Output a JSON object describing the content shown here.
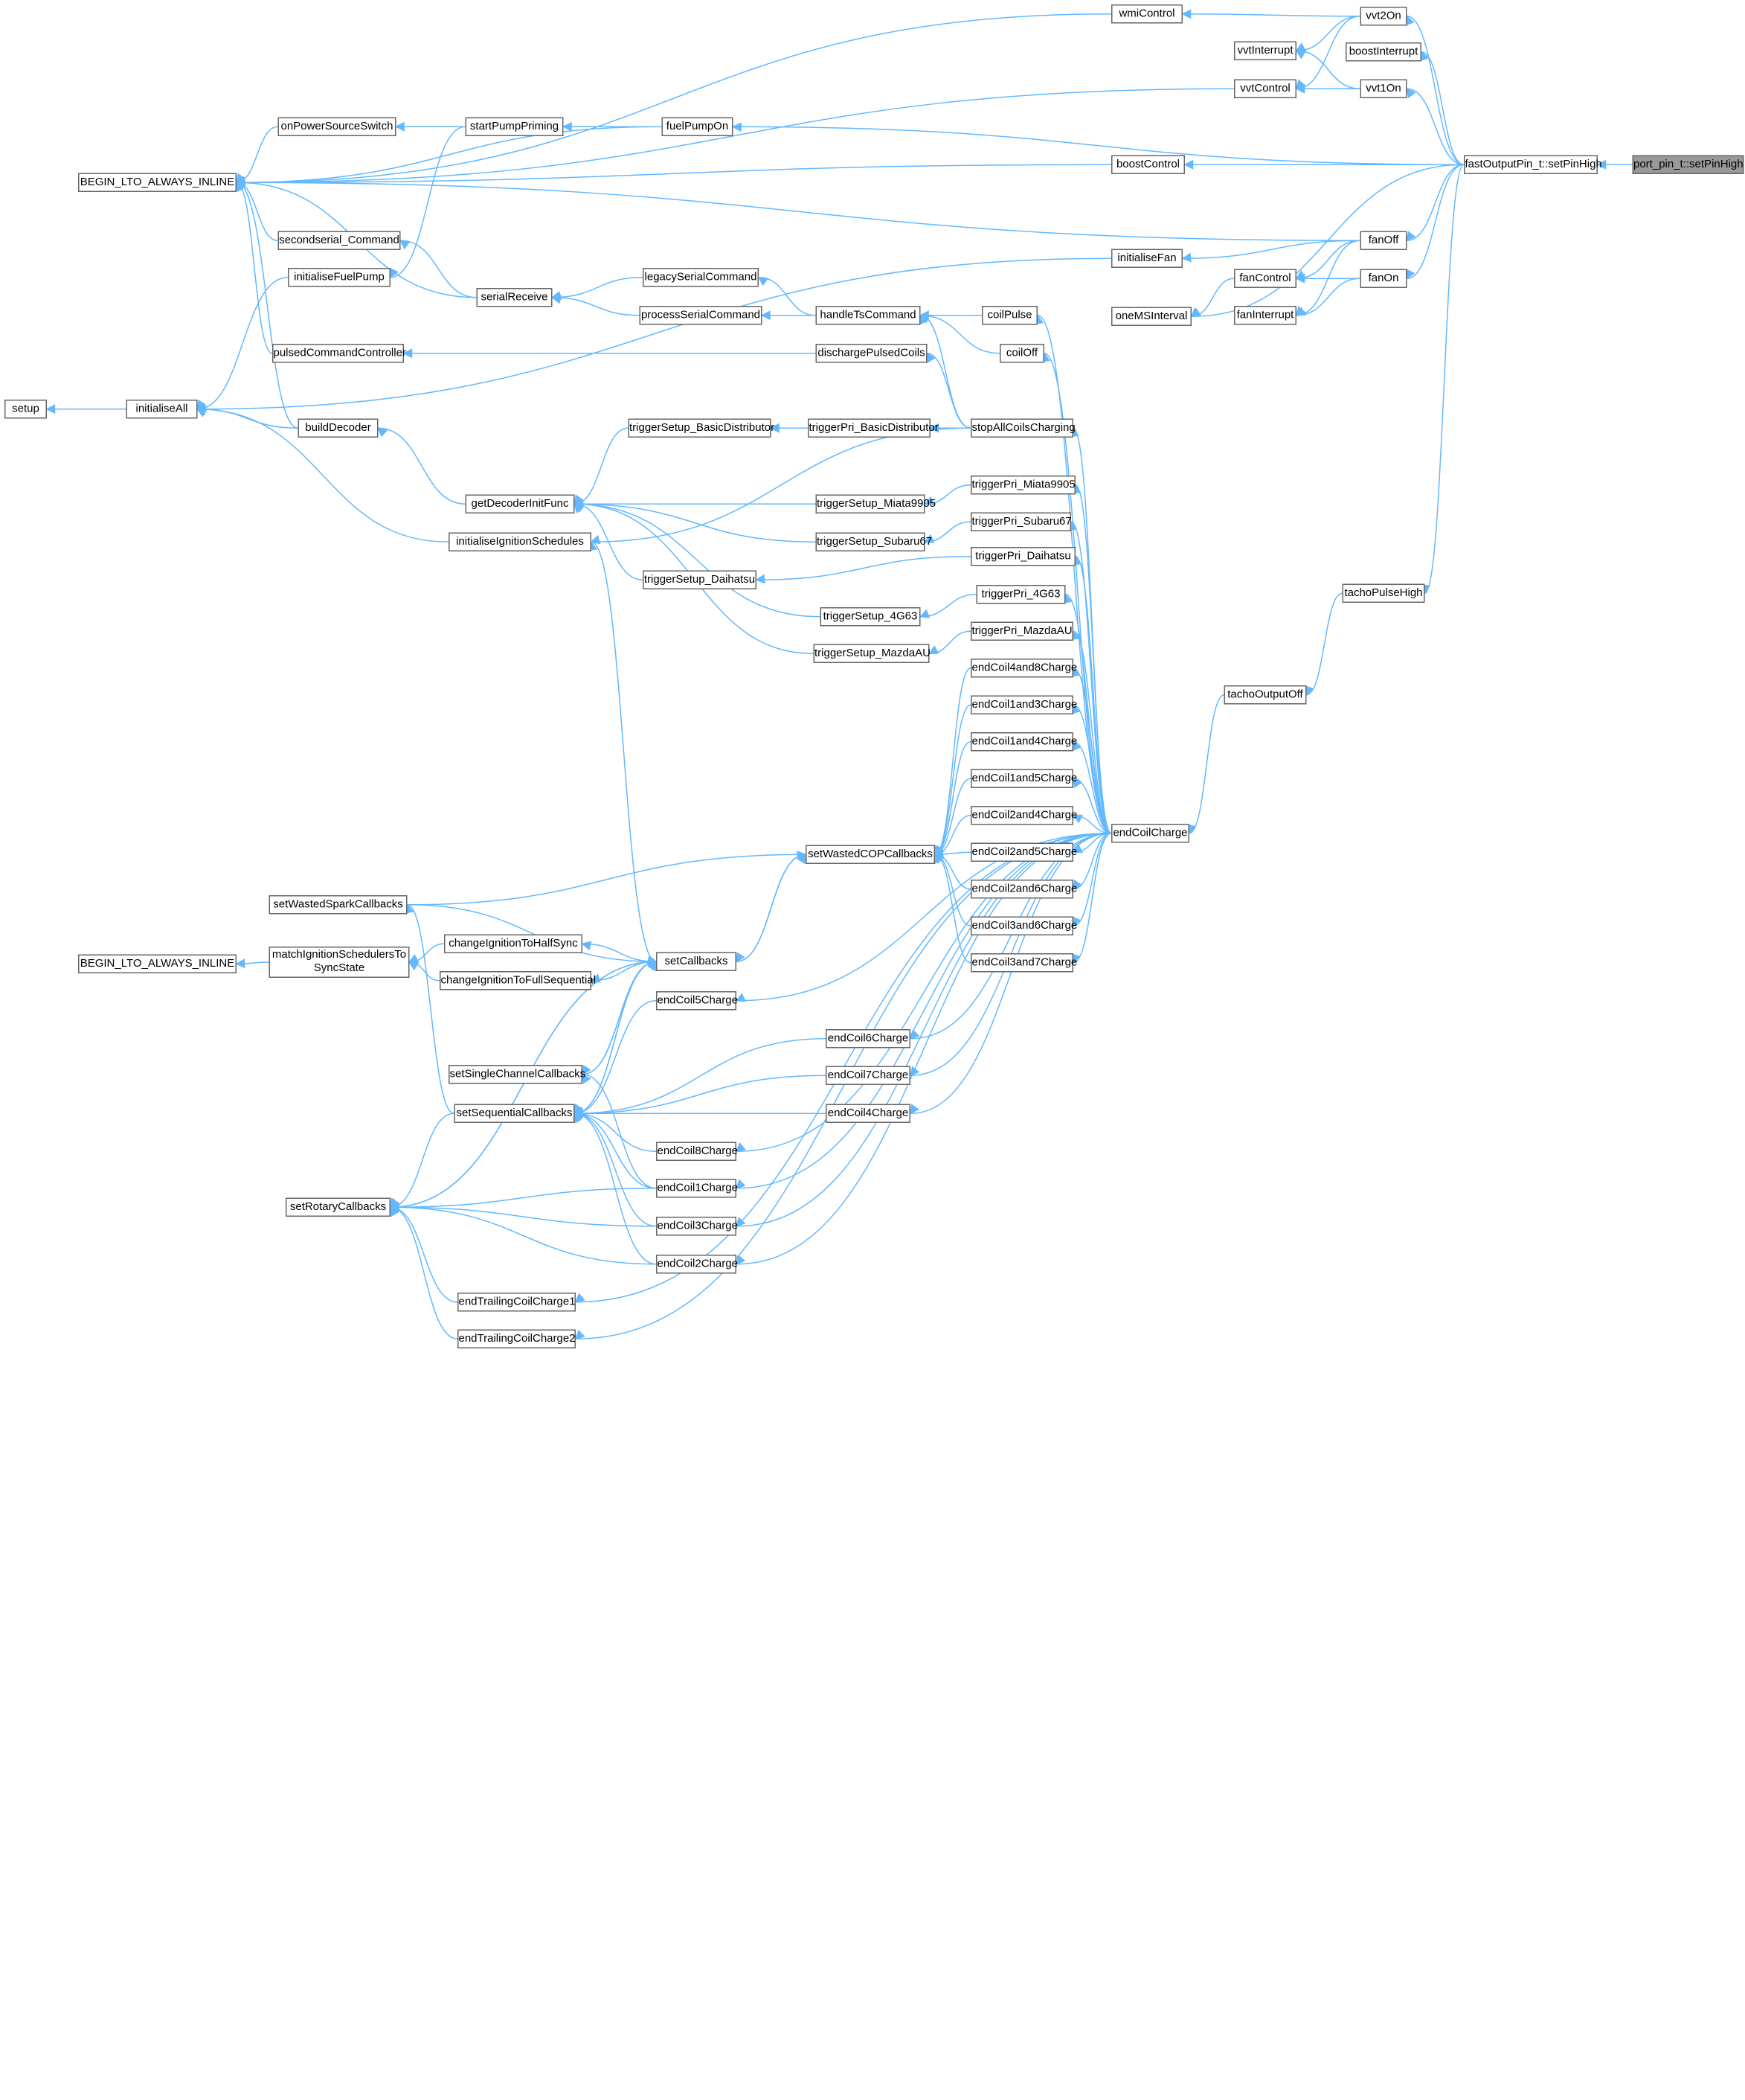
{
  "diagram": {
    "root": "port_pin_t::setPinHigh",
    "nodes": {
      "port_pin_t_setPinHigh": "port_pin_t::setPinHigh",
      "fastOutputPin_t_setPinHigh": "fastOutputPin_t::setPinHigh",
      "vvt2On": "vvt2On",
      "boostInterrupt": "boostInterrupt",
      "vvt1On": "vvt1On",
      "fanOff": "fanOff",
      "fanOn": "fanOn",
      "tachoPulseHigh": "tachoPulseHigh",
      "tachoOutputOff": "tachoOutputOff",
      "wmiControl": "wmiControl",
      "vvtInterrupt": "vvtInterrupt",
      "vvtControl": "vvtControl",
      "fanControl": "fanControl",
      "fanInterrupt": "fanInterrupt",
      "initialiseFan": "initialiseFan",
      "oneMSInterval": "oneMSInterval",
      "boostControl": "boostControl",
      "fuelPumpOn": "fuelPumpOn",
      "startPumpPriming": "startPumpPriming",
      "onPowerSourceSwitch": "onPowerSourceSwitch",
      "BEGIN_LTO_ALWAYS_INLINE_1": "BEGIN_LTO_ALWAYS_INLINE",
      "BEGIN_LTO_ALWAYS_INLINE_2": "BEGIN_LTO_ALWAYS_INLINE",
      "secondserial_Command": "secondserial_Command",
      "initialiseFuelPump": "initialiseFuelPump",
      "serialReceive": "serialReceive",
      "pulsedCommandController": "pulsedCommandController",
      "setup": "setup",
      "initialiseAll": "initialiseAll",
      "buildDecoder": "buildDecoder",
      "getDecoderInitFunc": "getDecoderInitFunc",
      "initialiseIgnitionSchedules": "initialiseIgnitionSchedules",
      "legacySerialCommand": "legacySerialCommand",
      "processSerialCommand": "processSerialCommand",
      "handleTsCommand": "handleTsCommand",
      "dischargePulsedCoils": "dischargePulsedCoils",
      "coilPulse": "coilPulse",
      "coilOff": "coilOff",
      "stopAllCoilsCharging": "stopAllCoilsCharging",
      "triggerSetup_BasicDistributor": "triggerSetup_BasicDistributor",
      "triggerPri_BasicDistributor": "triggerPri_BasicDistributor",
      "triggerSetup_Miata9905": "triggerSetup_Miata9905",
      "triggerPri_Miata9905": "triggerPri_Miata9905",
      "triggerSetup_Subaru67": "triggerSetup_Subaru67",
      "triggerPri_Subaru67": "triggerPri_Subaru67",
      "triggerSetup_Daihatsu": "triggerSetup_Daihatsu",
      "triggerPri_Daihatsu": "triggerPri_Daihatsu",
      "triggerSetup_4G63": "triggerSetup_4G63",
      "triggerPri_4G63": "triggerPri_4G63",
      "triggerSetup_MazdaAU": "triggerSetup_MazdaAU",
      "triggerPri_MazdaAU": "triggerPri_MazdaAU",
      "endCoil4and8Charge": "endCoil4and8Charge",
      "endCoil1and3Charge": "endCoil1and3Charge",
      "endCoil1and4Charge": "endCoil1and4Charge",
      "endCoil1and5Charge": "endCoil1and5Charge",
      "endCoil2and4Charge": "endCoil2and4Charge",
      "endCoil2and5Charge": "endCoil2and5Charge",
      "endCoil2and6Charge": "endCoil2and6Charge",
      "endCoil3and6Charge": "endCoil3and6Charge",
      "endCoil3and7Charge": "endCoil3and7Charge",
      "endCoilCharge": "endCoilCharge",
      "setWastedCOPCallbacks": "setWastedCOPCallbacks",
      "setWastedSparkCallbacks": "setWastedSparkCallbacks",
      "setCallbacks": "setCallbacks",
      "changeIgnitionToHalfSync": "changeIgnitionToHalfSync",
      "changeIgnitionToFullSequential": "changeIgnitionToFullSequential",
      "matchIgnitionSchedulersToSyncState_1": "matchIgnitionSchedulersTo",
      "matchIgnitionSchedulersToSyncState_2": "SyncState",
      "endCoil5Charge": "endCoil5Charge",
      "endCoil6Charge": "endCoil6Charge",
      "endCoil7Charge": "endCoil7Charge",
      "endCoil4Charge": "endCoil4Charge",
      "setSingleChannelCallbacks": "setSingleChannelCallbacks",
      "setSequentialCallbacks": "setSequentialCallbacks",
      "endCoil8Charge": "endCoil8Charge",
      "endCoil1Charge": "endCoil1Charge",
      "endCoil3Charge": "endCoil3Charge",
      "endCoil2Charge": "endCoil2Charge",
      "setRotaryCallbacks": "setRotaryCallbacks",
      "endTrailingCoilCharge1": "endTrailingCoilCharge1",
      "endTrailingCoilCharge2": "endTrailingCoilCharge2"
    },
    "edges": [
      [
        "fastOutputPin_t_setPinHigh",
        "port_pin_t_setPinHigh"
      ],
      [
        "vvt2On",
        "fastOutputPin_t_setPinHigh"
      ],
      [
        "boostInterrupt",
        "fastOutputPin_t_setPinHigh"
      ],
      [
        "vvt1On",
        "fastOutputPin_t_setPinHigh"
      ],
      [
        "fuelPumpOn",
        "fastOutputPin_t_setPinHigh"
      ],
      [
        "boostControl",
        "fastOutputPin_t_setPinHigh"
      ],
      [
        "fanOff",
        "fastOutputPin_t_setPinHigh"
      ],
      [
        "fanOn",
        "fastOutputPin_t_setPinHigh"
      ],
      [
        "oneMSInterval",
        "fastOutputPin_t_setPinHigh"
      ],
      [
        "tachoPulseHigh",
        "fastOutputPin_t_setPinHigh"
      ],
      [
        "tachoOutputOff",
        "tachoPulseHigh"
      ],
      [
        "endCoilCharge",
        "tachoOutputOff"
      ],
      [
        "wmiControl",
        "vvt2On"
      ],
      [
        "vvtInterrupt",
        "vvt2On"
      ],
      [
        "vvtControl",
        "vvt2On"
      ],
      [
        "vvtInterrupt",
        "vvt1On"
      ],
      [
        "vvtControl",
        "vvt1On"
      ],
      [
        "BEGIN_LTO_ALWAYS_INLINE_1",
        "wmiControl"
      ],
      [
        "BEGIN_LTO_ALWAYS_INLINE_1",
        "vvtControl"
      ],
      [
        "BEGIN_LTO_ALWAYS_INLINE_1",
        "fuelPumpOn"
      ],
      [
        "BEGIN_LTO_ALWAYS_INLINE_1",
        "boostControl"
      ],
      [
        "BEGIN_LTO_ALWAYS_INLINE_1",
        "fanOff"
      ],
      [
        "initialiseFan",
        "fanOff"
      ],
      [
        "fanControl",
        "fanOff"
      ],
      [
        "fanInterrupt",
        "fanOff"
      ],
      [
        "fanControl",
        "fanOn"
      ],
      [
        "fanInterrupt",
        "fanOn"
      ],
      [
        "oneMSInterval",
        "fanControl"
      ],
      [
        "initialiseAll",
        "initialiseFan"
      ],
      [
        "startPumpPriming",
        "fuelPumpOn"
      ],
      [
        "onPowerSourceSwitch",
        "startPumpPriming"
      ],
      [
        "initialiseFuelPump",
        "startPumpPriming"
      ],
      [
        "BEGIN_LTO_ALWAYS_INLINE_1",
        "onPowerSourceSwitch"
      ],
      [
        "BEGIN_LTO_ALWAYS_INLINE_1",
        "secondserial_Command"
      ],
      [
        "BEGIN_LTO_ALWAYS_INLINE_1",
        "serialReceive"
      ],
      [
        "BEGIN_LTO_ALWAYS_INLINE_1",
        "pulsedCommandController"
      ],
      [
        "BEGIN_LTO_ALWAYS_INLINE_1",
        "buildDecoder"
      ],
      [
        "secondserial_Command",
        "serialReceive"
      ],
      [
        "initialiseAll",
        "initialiseFuelPump"
      ],
      [
        "serialReceive",
        "legacySerialCommand"
      ],
      [
        "serialReceive",
        "processSerialCommand"
      ],
      [
        "legacySerialCommand",
        "handleTsCommand"
      ],
      [
        "processSerialCommand",
        "handleTsCommand"
      ],
      [
        "handleTsCommand",
        "coilPulse"
      ],
      [
        "handleTsCommand",
        "coilOff"
      ],
      [
        "handleTsCommand",
        "stopAllCoilsCharging"
      ],
      [
        "pulsedCommandController",
        "dischargePulsedCoils"
      ],
      [
        "dischargePulsedCoils",
        "stopAllCoilsCharging"
      ],
      [
        "coilPulse",
        "endCoilCharge"
      ],
      [
        "coilOff",
        "endCoilCharge"
      ],
      [
        "setup",
        "initialiseAll"
      ],
      [
        "initialiseAll",
        "buildDecoder"
      ],
      [
        "initialiseAll",
        "initialiseIgnitionSchedules"
      ],
      [
        "buildDecoder",
        "getDecoderInitFunc"
      ],
      [
        "getDecoderInitFunc",
        "triggerSetup_BasicDistributor"
      ],
      [
        "getDecoderInitFunc",
        "triggerSetup_Miata9905"
      ],
      [
        "getDecoderInitFunc",
        "triggerSetup_Subaru67"
      ],
      [
        "getDecoderInitFunc",
        "triggerSetup_Daihatsu"
      ],
      [
        "getDecoderInitFunc",
        "triggerSetup_4G63"
      ],
      [
        "getDecoderInitFunc",
        "triggerSetup_MazdaAU"
      ],
      [
        "triggerSetup_BasicDistributor",
        "triggerPri_BasicDistributor"
      ],
      [
        "triggerPri_BasicDistributor",
        "stopAllCoilsCharging"
      ],
      [
        "initialiseIgnitionSchedules",
        "stopAllCoilsCharging"
      ],
      [
        "initialiseIgnitionSchedules",
        "setCallbacks"
      ],
      [
        "stopAllCoilsCharging",
        "endCoilCharge"
      ],
      [
        "triggerSetup_Miata9905",
        "triggerPri_Miata9905"
      ],
      [
        "triggerSetup_Subaru67",
        "triggerPri_Subaru67"
      ],
      [
        "triggerSetup_Daihatsu",
        "triggerPri_Daihatsu"
      ],
      [
        "triggerSetup_4G63",
        "triggerPri_4G63"
      ],
      [
        "triggerSetup_MazdaAU",
        "triggerPri_MazdaAU"
      ],
      [
        "triggerPri_Miata9905",
        "endCoilCharge"
      ],
      [
        "triggerPri_Subaru67",
        "endCoilCharge"
      ],
      [
        "triggerPri_Daihatsu",
        "endCoilCharge"
      ],
      [
        "triggerPri_4G63",
        "endCoilCharge"
      ],
      [
        "triggerPri_MazdaAU",
        "endCoilCharge"
      ],
      [
        "setWastedCOPCallbacks",
        "endCoil4and8Charge"
      ],
      [
        "setWastedCOPCallbacks",
        "endCoil1and3Charge"
      ],
      [
        "setWastedCOPCallbacks",
        "endCoil1and4Charge"
      ],
      [
        "setWastedCOPCallbacks",
        "endCoil1and5Charge"
      ],
      [
        "setWastedCOPCallbacks",
        "endCoil2and4Charge"
      ],
      [
        "setWastedCOPCallbacks",
        "endCoil2and5Charge"
      ],
      [
        "setWastedCOPCallbacks",
        "endCoil2and6Charge"
      ],
      [
        "setWastedCOPCallbacks",
        "endCoil3and6Charge"
      ],
      [
        "setWastedCOPCallbacks",
        "endCoil3and7Charge"
      ],
      [
        "endCoil4and8Charge",
        "endCoilCharge"
      ],
      [
        "endCoil1and3Charge",
        "endCoilCharge"
      ],
      [
        "endCoil1and4Charge",
        "endCoilCharge"
      ],
      [
        "endCoil1and5Charge",
        "endCoilCharge"
      ],
      [
        "endCoil2and4Charge",
        "endCoilCharge"
      ],
      [
        "endCoil2and5Charge",
        "endCoilCharge"
      ],
      [
        "endCoil2and6Charge",
        "endCoilCharge"
      ],
      [
        "endCoil3and6Charge",
        "endCoilCharge"
      ],
      [
        "endCoil3and7Charge",
        "endCoilCharge"
      ],
      [
        "setCallbacks",
        "setWastedCOPCallbacks"
      ],
      [
        "setWastedCOPCallbacks",
        "setCallbacks"
      ],
      [
        "setWastedCOPCallbacks",
        "setWastedSparkCallbacks"
      ],
      [
        "setCallbacks",
        "setWastedSparkCallbacks"
      ],
      [
        "setWastedSparkCallbacks",
        "setSequentialCallbacks"
      ],
      [
        "matchIgnitionSchedulersToSyncState",
        "changeIgnitionToHalfSync"
      ],
      [
        "matchIgnitionSchedulersToSyncState",
        "changeIgnitionToFullSequential"
      ],
      [
        "BEGIN_LTO_ALWAYS_INLINE_2",
        "matchIgnitionSchedulersToSyncState"
      ],
      [
        "changeIgnitionToHalfSync",
        "setCallbacks"
      ],
      [
        "changeIgnitionToFullSequential",
        "setCallbacks"
      ],
      [
        "setCallbacks",
        "setSingleChannelCallbacks"
      ],
      [
        "setSingleChannelCallbacks",
        "setCallbacks"
      ],
      [
        "setCallbacks",
        "setSequentialCallbacks"
      ],
      [
        "setSequentialCallbacks",
        "setCallbacks"
      ],
      [
        "setCallbacks",
        "setRotaryCallbacks"
      ],
      [
        "setRotaryCallbacks",
        "setCallbacks"
      ],
      [
        "setSequentialCallbacks",
        "endCoil5Charge"
      ],
      [
        "setSequentialCallbacks",
        "endCoil6Charge"
      ],
      [
        "setSequentialCallbacks",
        "endCoil7Charge"
      ],
      [
        "setSequentialCallbacks",
        "endCoil4Charge"
      ],
      [
        "setSequentialCallbacks",
        "endCoil8Charge"
      ],
      [
        "setSequentialCallbacks",
        "endCoil1Charge"
      ],
      [
        "setSequentialCallbacks",
        "endCoil3Charge"
      ],
      [
        "setSequentialCallbacks",
        "endCoil2Charge"
      ],
      [
        "setSingleChannelCallbacks",
        "endCoil1Charge"
      ],
      [
        "setRotaryCallbacks",
        "setSequentialCallbacks"
      ],
      [
        "setRotaryCallbacks",
        "endCoil1Charge"
      ],
      [
        "setRotaryCallbacks",
        "endCoil3Charge"
      ],
      [
        "setRotaryCallbacks",
        "endCoil2Charge"
      ],
      [
        "setRotaryCallbacks",
        "endTrailingCoilCharge1"
      ],
      [
        "setRotaryCallbacks",
        "endTrailingCoilCharge2"
      ],
      [
        "endCoil5Charge",
        "endCoilCharge"
      ],
      [
        "endCoil6Charge",
        "endCoilCharge"
      ],
      [
        "endCoil7Charge",
        "endCoilCharge"
      ],
      [
        "endCoil4Charge",
        "endCoilCharge"
      ],
      [
        "endCoil8Charge",
        "endCoilCharge"
      ],
      [
        "endCoil1Charge",
        "endCoilCharge"
      ],
      [
        "endCoil3Charge",
        "endCoilCharge"
      ],
      [
        "endCoil2Charge",
        "endCoilCharge"
      ],
      [
        "endTrailingCoilCharge1",
        "endCoilCharge"
      ],
      [
        "endTrailingCoilCharge2",
        "endCoilCharge"
      ]
    ]
  }
}
